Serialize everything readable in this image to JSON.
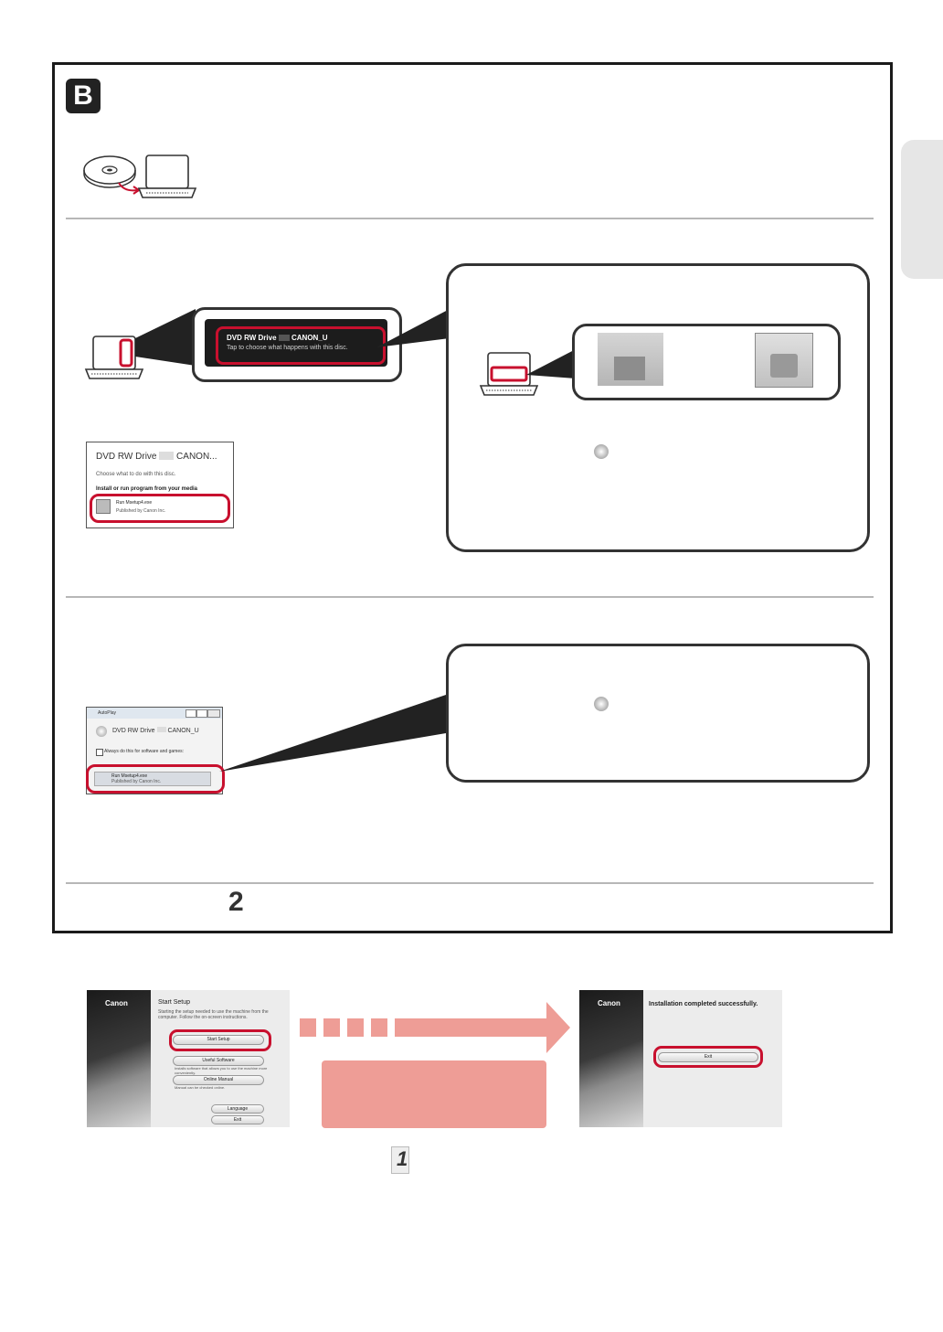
{
  "section": {
    "badge": "B"
  },
  "step2": {
    "toast": {
      "title": "DVD RW Drive",
      "label": "CANON_U",
      "hint": "Tap to choose what happens with this disc."
    },
    "dialog": {
      "title": "DVD RW Drive",
      "label": "CANON...",
      "question": "Choose what to do with this disc.",
      "section": "Install or run program from your media",
      "run": "Run Msetup4.exe",
      "publisher": "Published by Canon Inc."
    }
  },
  "step3": {
    "autoplay": {
      "title": "AutoPlay",
      "drive": "DVD RW Drive",
      "label": "CANON_U",
      "always": "Always do this for software and games:",
      "run": "Run Msetup4.exe",
      "publisher": "Published by Canon Inc."
    }
  },
  "bottom_bar": {
    "step_number": "2"
  },
  "installer": {
    "start_screen": {
      "brand": "Canon",
      "heading": "Start Setup",
      "desc": "Starting the setup needed to use the machine from the computer. Follow the on-screen instructions.",
      "buttons": [
        "Start Setup",
        "Useful Software",
        "Online Manual",
        "Language",
        "Exit"
      ],
      "notes": [
        "Installs software that allows you to use the machine more conveniently.",
        "Manual can be checked online."
      ]
    },
    "done_screen": {
      "brand": "Canon",
      "message": "Installation completed successfully.",
      "exit": "Exit"
    },
    "footer_digit": "1"
  },
  "colors": {
    "red": "#c8102e",
    "pink": "#ee9d96",
    "frame": "#1a1a1a"
  }
}
